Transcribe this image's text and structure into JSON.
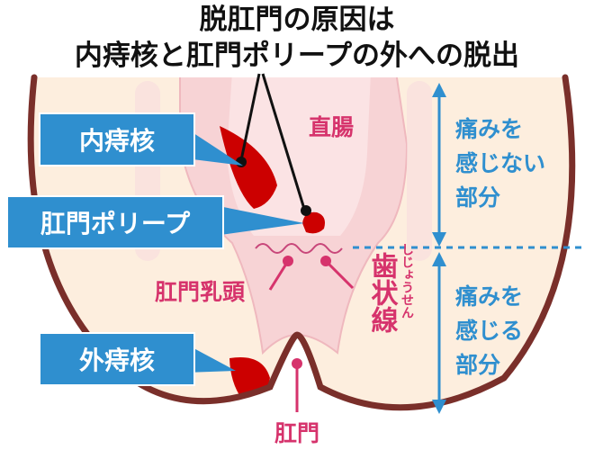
{
  "title": {
    "line1": "脱肛門の原因は",
    "line2": "内痔核と肛門ポリープの外への脱出"
  },
  "callouts": {
    "internal_hemorrhoid": "内痔核",
    "anal_polyp": "肛門ポリープ",
    "external_hemorrhoid": "外痔核"
  },
  "labels": {
    "rectum": "直腸",
    "anal_papilla": "肛門乳頭",
    "dentate_line": "歯状線",
    "dentate_line_reading": "しじょうせん",
    "anus": "肛門"
  },
  "pain_zones": {
    "upper": [
      "痛みを",
      "感じない",
      "部分"
    ],
    "lower": [
      "痛みを",
      "感じる",
      "部分"
    ]
  },
  "colors": {
    "callout_blue": "#2f8fcf",
    "label_pink": "#d6336c",
    "hemorrhoid_red": "#cc0000",
    "outline_brown": "#7a2f2a",
    "body_cream": "#fdeede",
    "mucosa_pink": "#f7d3d5"
  }
}
